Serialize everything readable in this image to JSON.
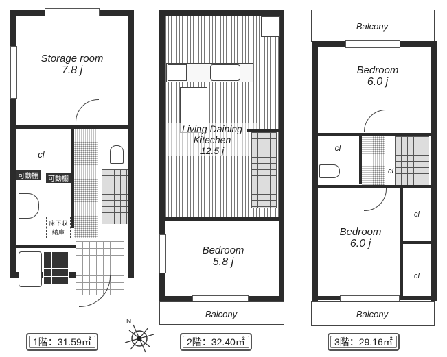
{
  "floors": [
    {
      "id": "floor-1",
      "area_label": "1階：31.59㎡",
      "rooms": [
        {
          "name": "Storage room",
          "size": "7.8 j"
        },
        {
          "name": "cl",
          "size": ""
        },
        {
          "name": "可動棚",
          "size": ""
        },
        {
          "name": "可動棚",
          "size": ""
        },
        {
          "name": "床下収納庫",
          "size": ""
        }
      ]
    },
    {
      "id": "floor-2",
      "area_label": "2階：32.40㎡",
      "rooms": [
        {
          "name": "Living Daining Kitechen",
          "size": "12.5 j"
        },
        {
          "name": "Bedroom",
          "size": "5.8 j"
        },
        {
          "name": "Balcony",
          "size": ""
        }
      ]
    },
    {
      "id": "floor-3",
      "area_label": "3階：29.16㎡",
      "rooms": [
        {
          "name": "Balcony",
          "size": ""
        },
        {
          "name": "Bedroom",
          "size": "6.0 j"
        },
        {
          "name": "cl",
          "size": ""
        },
        {
          "name": "cl",
          "size": ""
        },
        {
          "name": "Bedroom",
          "size": "6.0 j"
        },
        {
          "name": "cl",
          "size": ""
        },
        {
          "name": "cl",
          "size": ""
        },
        {
          "name": "Balcony",
          "size": ""
        }
      ]
    }
  ],
  "compass": {
    "north_label": "N"
  }
}
